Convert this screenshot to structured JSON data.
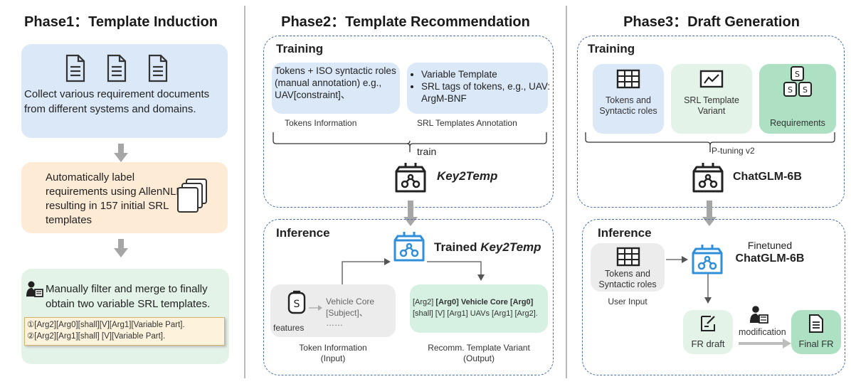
{
  "phase1": {
    "title": "Phase1：Template Induction",
    "collect_text": "Collect various requirement documents from different systems and domains.",
    "label_text": "Automatically label requirements using AllenNLP, resulting in 157 initial SRL templates",
    "filter_text": "Manually filter and merge to finally obtain two variable SRL templates.",
    "template1": "①[Arg2][Arg0][shall][V][Arg1][Variable Part].",
    "template2": "②[Arg2][Arg1][shall] [V][Variable Part]."
  },
  "phase2": {
    "title": "Phase2：Template Recommendation",
    "training_label": "Training",
    "tokens_box_text": "Tokens + ISO syntactic roles (manual annotation) e.g., UAV[constraint]、",
    "srl_bullets": [
      "Variable Template",
      "SRL tags of tokens, e.g., UAV: ArgM-BNF"
    ],
    "tokens_info_caption": "Tokens Information",
    "srl_caption": "SRL Templates Annotation",
    "train_label": "train",
    "model_name": "Key2Temp",
    "inference_label": "Inference",
    "trained_prefix": "Trained ",
    "trained_model": "Key2Temp",
    "features_label": "features",
    "feature_values": [
      "Vehicle Core",
      "[Subject]、",
      "……"
    ],
    "output_line1_a": "[Arg2] ",
    "output_line1_b": "[Arg0] Vehicle Core [Arg0]",
    "output_line2": "[shall] [V] [Arg1] UAVs [Arg1] [Arg2].",
    "input_caption_1": "Token Information",
    "input_caption_2": "(Input)",
    "output_caption_1": "Recomm. Template Variant",
    "output_caption_2": "(Output)"
  },
  "phase3": {
    "title": "Phase3：Draft Generation",
    "training_label": "Training",
    "card1": "Tokens and Syntactic roles",
    "card2": "SRL Template Variant",
    "card3": "Requirements",
    "ptuning_label": "P-tuning v2",
    "model_name": "ChatGLM-6B",
    "inference_label": "Inference",
    "user_input_text": "Tokens and Syntactic roles",
    "user_input_caption": "User Input",
    "finetuned_line1": "Finetuned",
    "finetuned_line2": "ChatGLM-6B",
    "fr_draft": "FR draft",
    "modification": "modification",
    "final_fr": "Final FR"
  },
  "colors": {
    "light_blue": "#dbe8f8",
    "light_orange": "#fdebd6",
    "light_green": "#e3f3e8",
    "mint": "#d6f0e2",
    "green": "#aee1c4",
    "gray_box": "#ececec",
    "dash_border": "#4a6fa5",
    "icon_blue": "#2f8fd8",
    "template_bg": "#fdf3dc"
  }
}
